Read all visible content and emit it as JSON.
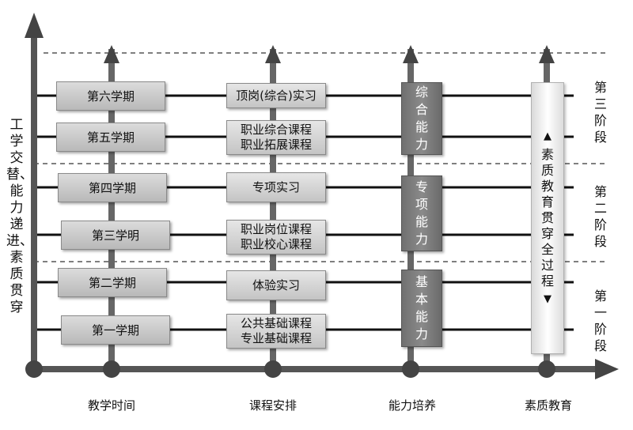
{
  "vertical_axis_label": "工学交替、能力递进、素质贯穿",
  "stages": [
    {
      "label": "第三阶段"
    },
    {
      "label": "第二阶段"
    },
    {
      "label": "第一阶段"
    }
  ],
  "semesters": [
    "第六学期",
    "第五学期",
    "第四学期",
    "第三学明",
    "第二学期",
    "第一学期"
  ],
  "courses": [
    {
      "lines": [
        "顶岗(综合)实习"
      ]
    },
    {
      "lines": [
        "职业综合课程",
        "职业拓展课程"
      ]
    },
    {
      "lines": [
        "专项实习"
      ]
    },
    {
      "lines": [
        "职业岗位课程",
        "职业校心课程"
      ]
    },
    {
      "lines": [
        "体验实习"
      ]
    },
    {
      "lines": [
        "公共基础课程",
        "专业基础课程"
      ]
    }
  ],
  "abilities": [
    "综合能力",
    "专项能力",
    "基本能力"
  ],
  "quality": {
    "up_arrow": "▲",
    "text": "素质教育贯穿全过程",
    "down_arrow": "▼"
  },
  "x_axis_labels": [
    "教学时间",
    "课程安排",
    "能力培养",
    "素质教育"
  ],
  "colors": {
    "line": "#111111",
    "box": "#c8c8c8",
    "ability": "#7a7a7a",
    "dashed": "#555555"
  }
}
